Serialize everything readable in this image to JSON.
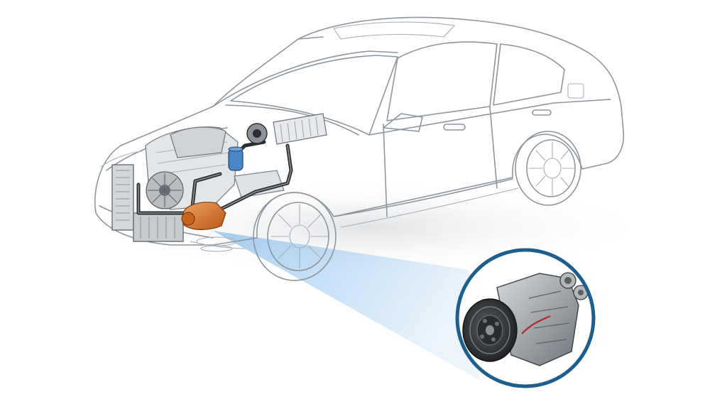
{
  "colors": {
    "background": "#ffffff",
    "car_outline": "#8e959c",
    "engine_metal": "#7a8086",
    "compressor_highlight": "#d9742a",
    "ac_pipe": "#2b2f33",
    "callout_ring": "#1d5f8c",
    "callout_beam": "#5ea8e6"
  },
  "components": [
    {
      "id": "ac-compressor",
      "highlighted": true
    },
    {
      "id": "condenser"
    },
    {
      "id": "receiver-drier"
    },
    {
      "id": "expansion-valve"
    },
    {
      "id": "evaporator"
    },
    {
      "id": "ac-lines"
    }
  ],
  "callout": {
    "shape": "circle",
    "shows": "ac-compressor"
  },
  "icons": [
    "car-illustration",
    "compressor-zoom-icon"
  ]
}
